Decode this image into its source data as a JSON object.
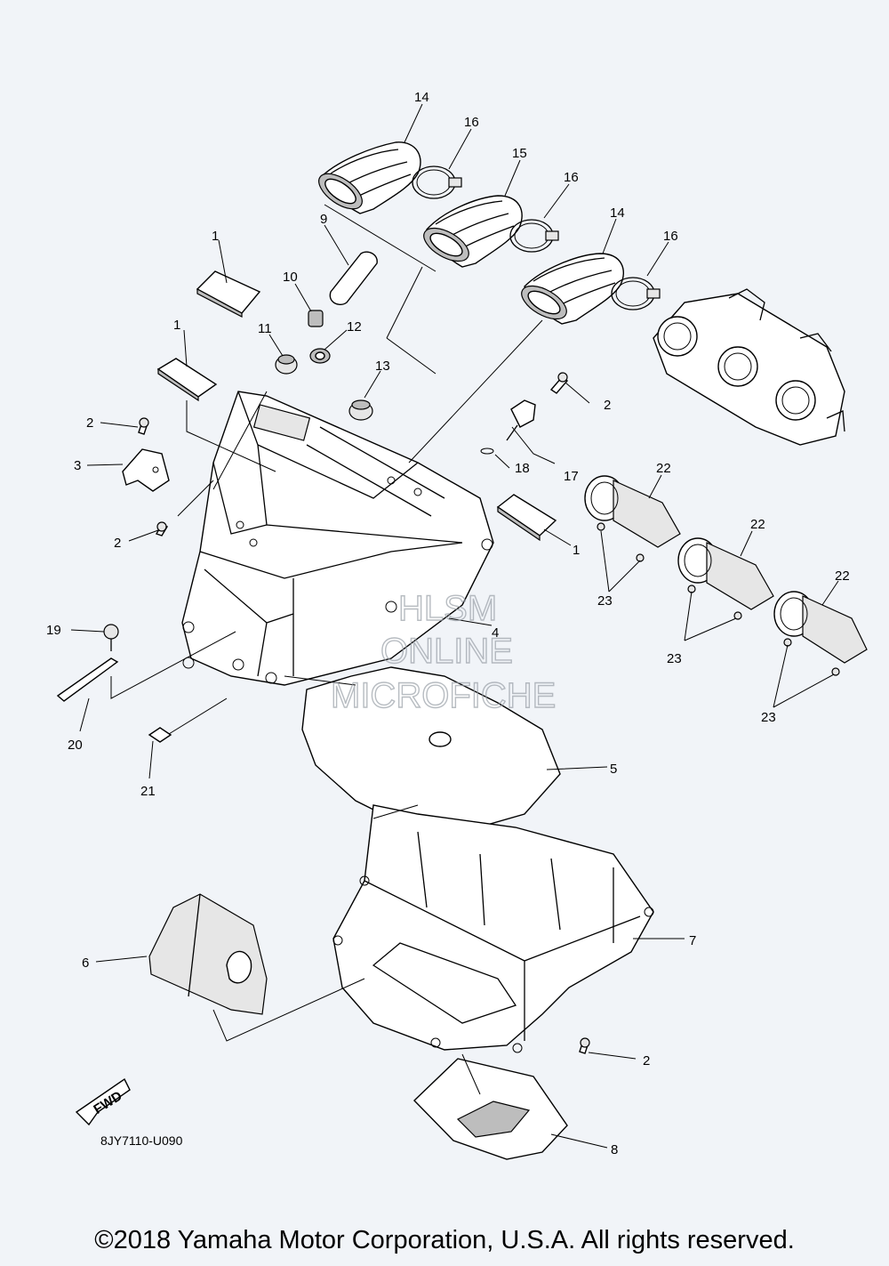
{
  "diagram": {
    "part_labels": {
      "p14a": "14",
      "p16a": "16",
      "p15": "15",
      "p16b": "16",
      "p14b": "14",
      "p16c": "16",
      "p1a": "1",
      "p9": "9",
      "p10": "10",
      "p11": "11",
      "p12": "12",
      "p1b": "1",
      "p13": "13",
      "p2a": "2",
      "p3": "3",
      "p2b": "2",
      "p2c": "2",
      "p18": "18",
      "p17": "17",
      "p22a": "22",
      "p22b": "22",
      "p22c": "22",
      "p1c": "1",
      "p23a": "23",
      "p23b": "23",
      "p23c": "23",
      "p4": "4",
      "p19": "19",
      "p20": "20",
      "p21": "21",
      "p5": "5",
      "p6": "6",
      "p7": "7",
      "p2d": "2",
      "p8": "8"
    },
    "diagram_code": "8JY7110-U090",
    "fwd_label": "FWD",
    "watermark": [
      "HLSM",
      "ONLINE",
      "MICROFICHE"
    ]
  },
  "footer": {
    "copyright": "©2018 Yamaha Motor Corporation, U.S.A. All rights reserved."
  },
  "colors": {
    "background": "#f1f4f8",
    "line": "#000000",
    "watermark": "#9aa0a8"
  }
}
